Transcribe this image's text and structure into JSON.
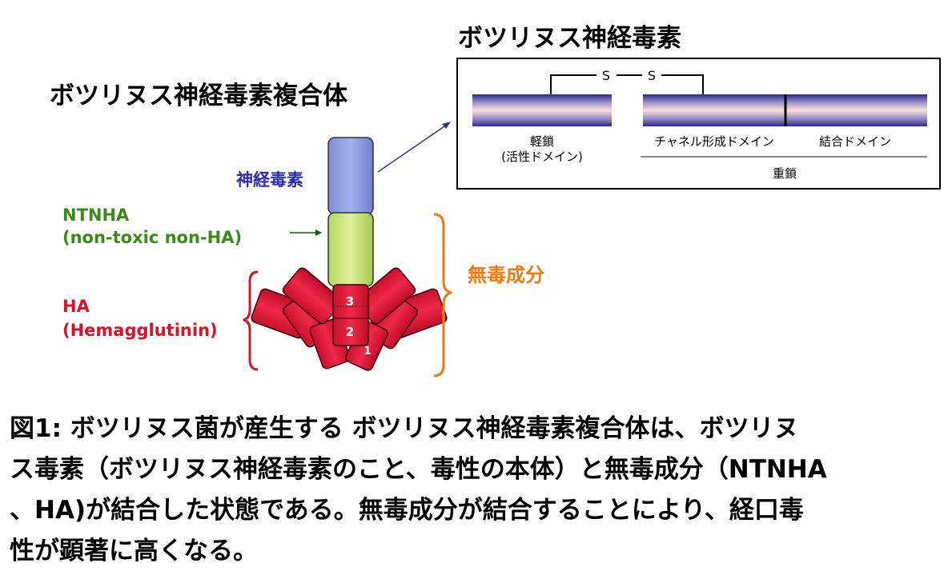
{
  "complex_title": "ボツリヌス神経毒素複合体",
  "toxin_title": "ボツリヌス神経毒素",
  "toxin_diagram": {
    "s1": "S",
    "s2": "S",
    "light_chain": "軽鎖",
    "light_chain_sub": "(活性ドメイン)",
    "channel_domain": "チャネル形成ドメイン",
    "binding_domain": "結合ドメイン",
    "heavy_chain": "重鎖"
  },
  "labels": {
    "neurotoxin": "神経毒素",
    "ntnha": "NTNHA",
    "ntnha_full": "(non-toxic non-HA)",
    "ha": "HA",
    "ha_full": "(Hemagglutinin)",
    "nontoxic": "無毒成分",
    "ha1": "1",
    "ha2": "2",
    "ha3": "3"
  },
  "colors": {
    "neurotoxin": "#2b2bb8",
    "ntnha": "#3a8a1a",
    "ha": "#e01020",
    "nontoxic": "#f07a10"
  },
  "caption": [
    "図1: ボツリヌス菌が産生する ボツリヌス神経毒素複合体は、ボツリヌ",
    "ス毒素（ボツリヌス神経毒素のこと、毒性の本体）と無毒成分（NTNHA",
    "、HA)が結合した状態である。無毒成分が結合することにより、経口毒",
    "性が顕著に高くなる。"
  ]
}
